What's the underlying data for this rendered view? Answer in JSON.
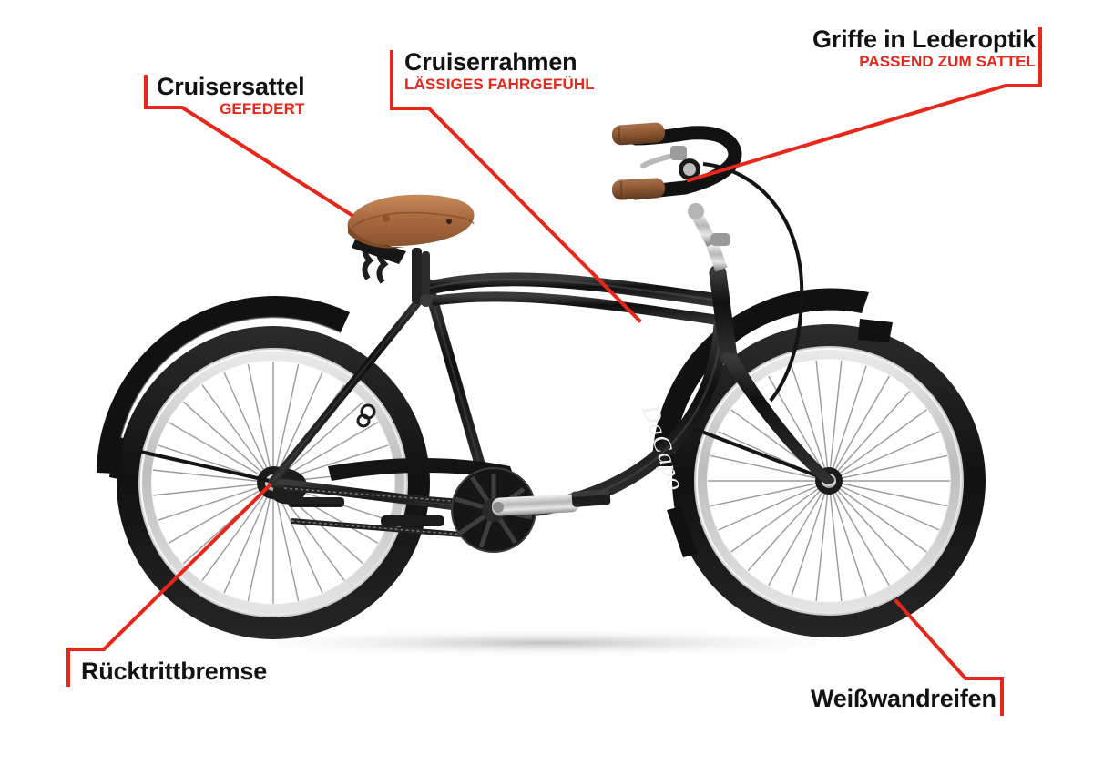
{
  "image": {
    "subject": "bicycle",
    "product_brand": "DaCapo",
    "product_type": "cruiser bike",
    "background_color": "#ffffff",
    "accent_color": "#e8261a",
    "title_color": "#121212"
  },
  "callouts": [
    {
      "id": "cruisersattel",
      "title": "Cruisersattel",
      "subtitle": "GEFEDERT",
      "align": "left",
      "target": "saddle"
    },
    {
      "id": "cruiserrahmen",
      "title": "Cruiserrahmen",
      "subtitle": "LÄSSIGES FAHRGEFÜHL",
      "align": "left",
      "target": "frame-top-tube"
    },
    {
      "id": "griffe",
      "title": "Griffe in Lederoptik",
      "subtitle": "PASSEND ZUM SATTEL",
      "align": "right",
      "target": "handlebar-grip"
    },
    {
      "id": "ruecktrittbremse",
      "title": "Rücktrittbremse",
      "subtitle": "",
      "align": "left",
      "target": "rear-hub"
    },
    {
      "id": "weisswandreifen",
      "title": "Weißwandreifen",
      "subtitle": "",
      "align": "left",
      "target": "front-tire-whitewall"
    }
  ],
  "bike": {
    "frame_logo": "DaCapo",
    "frame_color": "#121212",
    "saddle_color": "#a96a40",
    "grip_color": "#8a5632",
    "tire_color": "#1a1a1a",
    "whitewall_color": "#f4f4f4",
    "rim_color": "#cfcfcf",
    "spoke_color": "#9a9a9a",
    "chrome_color": "#c8c8c8"
  }
}
